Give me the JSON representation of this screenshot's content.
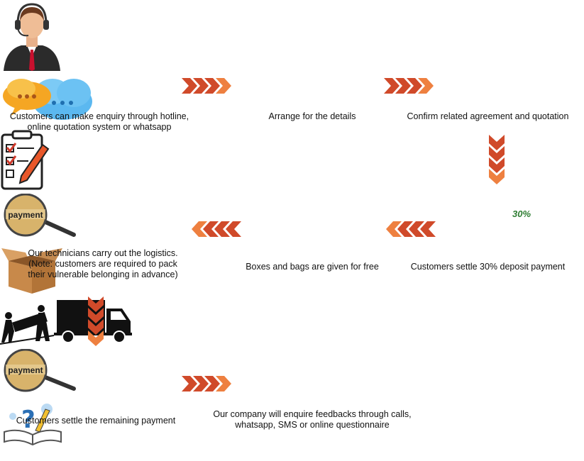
{
  "steps": [
    {
      "id": "enquiry",
      "label": "Customers can make enquiry through hotline,\nonline quotation system or whatsapp"
    },
    {
      "id": "details",
      "label": "Arrange for the details"
    },
    {
      "id": "agreement",
      "label": "Confirm related agreement and quotation"
    },
    {
      "id": "deposit",
      "label": "Customers settle 30% deposit payment",
      "icon_text": "payment",
      "badge": "30%"
    },
    {
      "id": "boxes",
      "label": "Boxes and bags are given for free"
    },
    {
      "id": "logistics",
      "label": "Our technicians carry out the logistics.\n(Note: customers are required to pack\ntheir vulnerable belonging in advance)"
    },
    {
      "id": "remaining",
      "label": "Customers settle the remaining payment",
      "icon_text": "payment"
    },
    {
      "id": "feedback",
      "label": "Our company will enquire feedbacks through calls,\nwhatsapp, SMS or online questionnaire"
    }
  ],
  "colors": {
    "arrow_dark": "#c0392b",
    "arrow_light": "#f08a4b",
    "cloud_orange": "#f5a623",
    "cloud_blue": "#5bb8f0"
  }
}
